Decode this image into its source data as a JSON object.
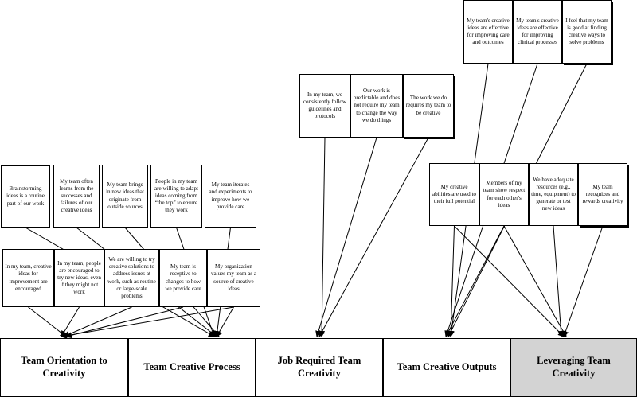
{
  "factors": [
    {
      "id": "f1",
      "label": "Team Orientation to Creativity"
    },
    {
      "id": "f2",
      "label": "Team Creative Process"
    },
    {
      "id": "f3",
      "label": "Job Required Team Creativity"
    },
    {
      "id": "f4",
      "label": "Team Creative Outputs"
    },
    {
      "id": "f5",
      "label": "Leveraging Team Creativity"
    }
  ],
  "items": [
    {
      "id": "a1",
      "text": "Brainstorming ideas is a routine part of our work"
    },
    {
      "id": "a2",
      "text": "My team often learns from the successes and failures of our creative ideas"
    },
    {
      "id": "a3",
      "text": "My team brings in new ideas that originate from outside sources"
    },
    {
      "id": "a4",
      "text": "People in my team are willing to adapt ideas coming from “the top” to ensure they work"
    },
    {
      "id": "a5",
      "text": "My team iterates and experiments to improve how we provide care"
    },
    {
      "id": "b1",
      "text": "In my team, creative ideas for improvement are encouraged"
    },
    {
      "id": "b2",
      "text": "In my team, people are encouraged to try new ideas, even if they might not work"
    },
    {
      "id": "b3",
      "text": "We are willing to try creative solutions to address issues at work, such as routine or large-scale problems"
    },
    {
      "id": "b4",
      "text": "My team is receptive to changes to how we provide care"
    },
    {
      "id": "b5",
      "text": "My organization values my team as a source of creative ideas"
    },
    {
      "id": "c1",
      "text": "In my team, we consistently follow guidelines and protocols"
    },
    {
      "id": "c2",
      "text": "Our work is predictable and does not require my team to change the way we do things"
    },
    {
      "id": "c3",
      "text": "The work we do requires my team to be creative"
    },
    {
      "id": "d1",
      "text": "My team's creative ideas are effective for improving care and outcomes"
    },
    {
      "id": "d2",
      "text": "My team's creative ideas are effective for improving clinical processes"
    },
    {
      "id": "d3",
      "text": "I feel that my team is good at finding creative ways to solve problems"
    },
    {
      "id": "e1",
      "text": "My creative abilities are used to their full potential"
    },
    {
      "id": "e2",
      "text": "Members of my team show respect for each other's ideas"
    },
    {
      "id": "e3",
      "text": "We have adequate resources (e.g., time, equipment) to generate or test new ideas"
    },
    {
      "id": "e4",
      "text": "My team recognizes and rewards creativity"
    }
  ],
  "links": [
    [
      "a1",
      "f2"
    ],
    [
      "a2",
      "f2"
    ],
    [
      "a3",
      "f2"
    ],
    [
      "a4",
      "f2"
    ],
    [
      "a5",
      "f2"
    ],
    [
      "b1",
      "f1"
    ],
    [
      "b2",
      "f1"
    ],
    [
      "b3",
      "f1"
    ],
    [
      "b4",
      "f1"
    ],
    [
      "b5",
      "f1"
    ],
    [
      "b5",
      "f2"
    ],
    [
      "c1",
      "f3"
    ],
    [
      "c2",
      "f3"
    ],
    [
      "c3",
      "f3"
    ],
    [
      "d1",
      "f4"
    ],
    [
      "d2",
      "f4"
    ],
    [
      "d3",
      "f4"
    ],
    [
      "e1",
      "f4"
    ],
    [
      "e2",
      "f4"
    ],
    [
      "e1",
      "f5"
    ],
    [
      "e2",
      "f5"
    ],
    [
      "e3",
      "f5"
    ],
    [
      "e4",
      "f5"
    ]
  ]
}
